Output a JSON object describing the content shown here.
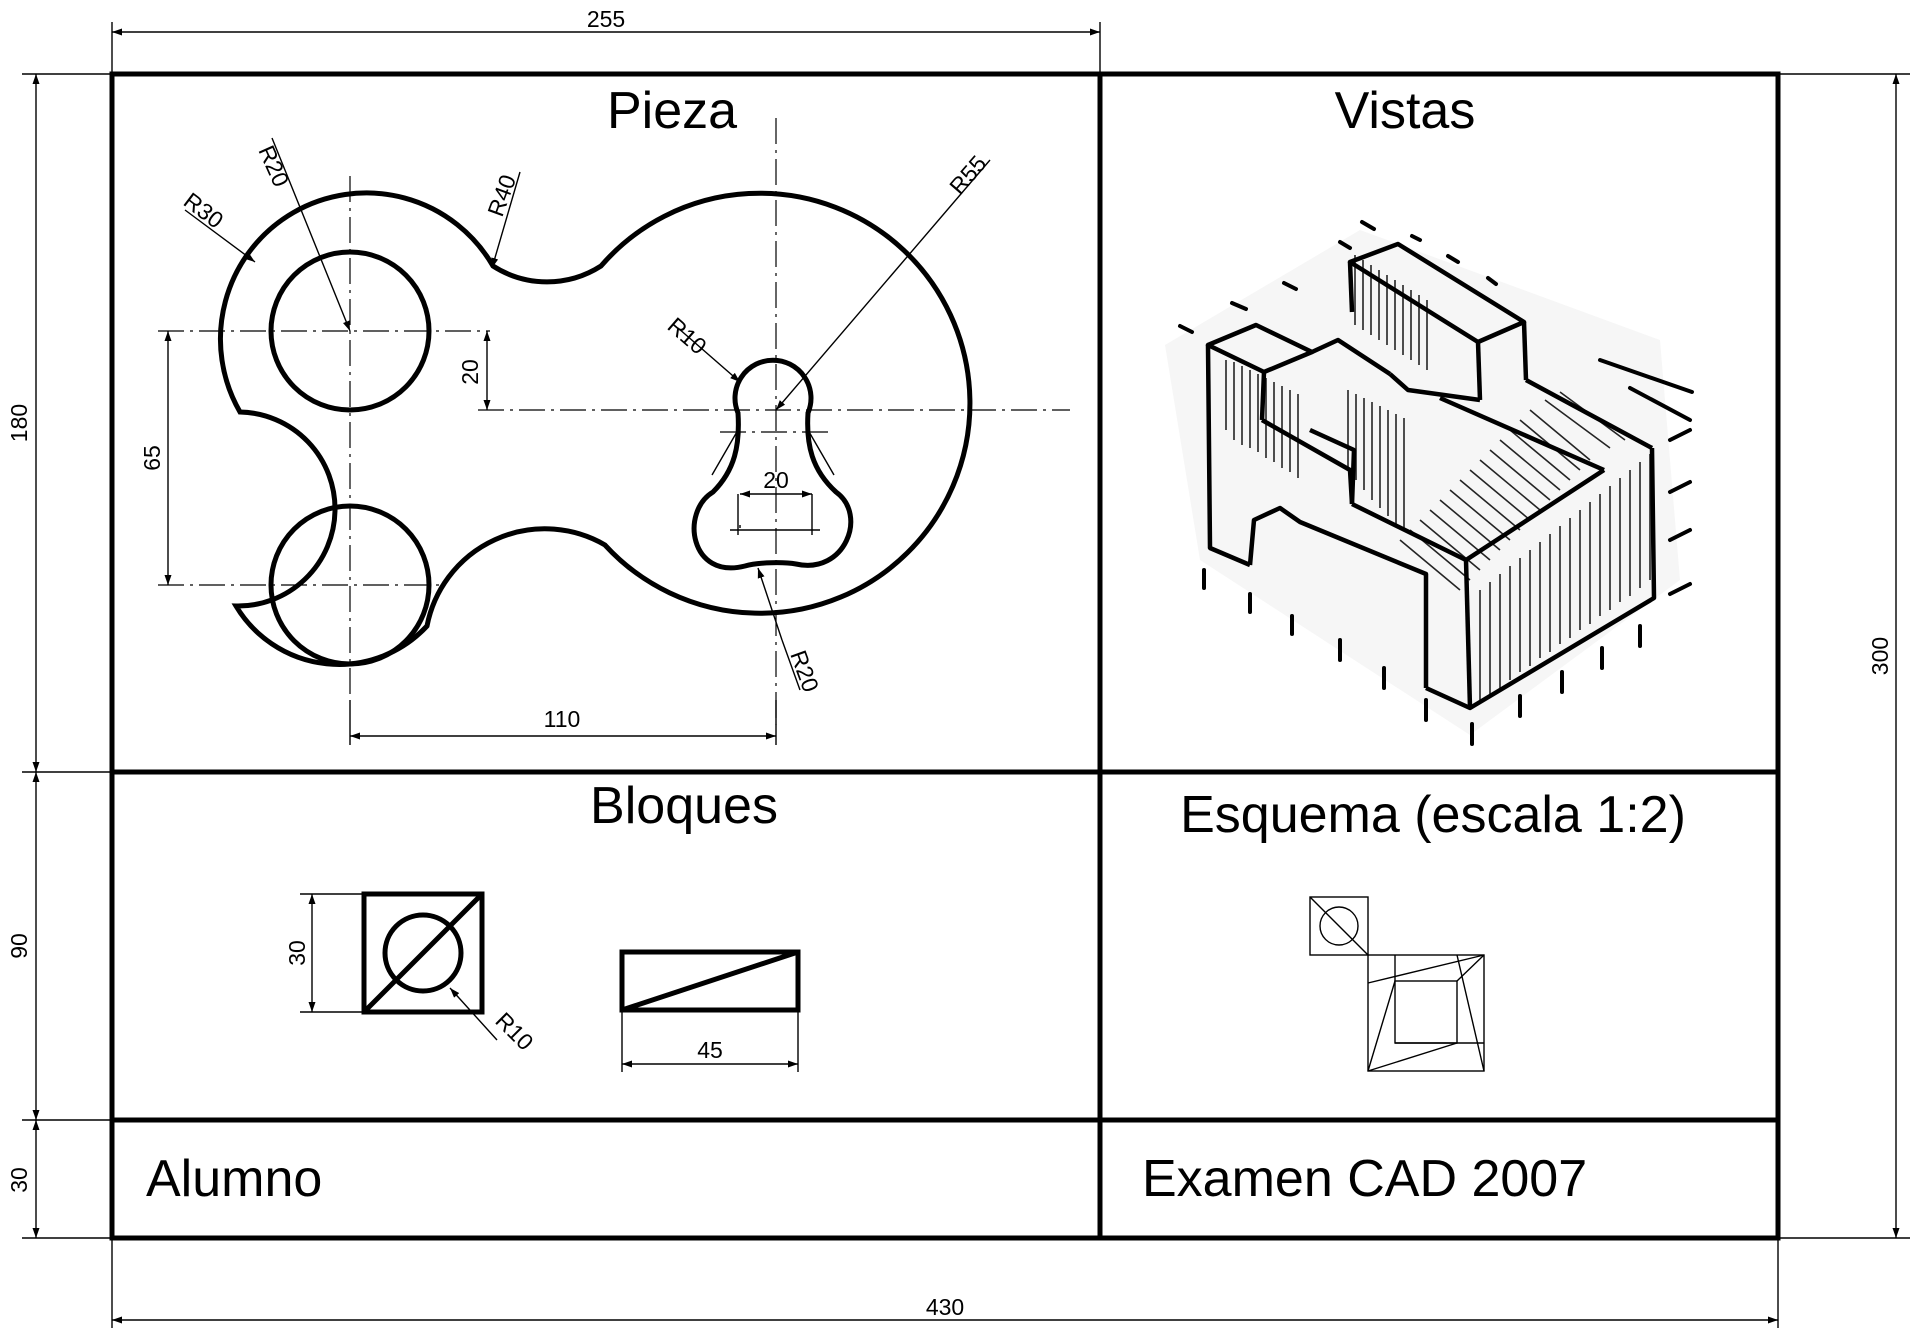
{
  "sheet": {
    "dims": {
      "top_width": "255",
      "bottom_width": "430",
      "left_upper": "180",
      "left_middle": "90",
      "left_lower": "30",
      "right_height": "300"
    },
    "sections": {
      "pieza": "Pieza",
      "vistas": "Vistas",
      "bloques": "Bloques",
      "esquema": "Esquema (escala 1:2)",
      "alumno": "Alumno",
      "examen": "Examen CAD 2007"
    }
  },
  "pieza": {
    "r20_top": "R20",
    "r30": "R30",
    "r40": "R40",
    "r55": "R55",
    "r10": "R10",
    "r20_bottom": "R20",
    "d20_vertical": "20",
    "d65": "65",
    "d20_slot": "20",
    "d110": "110"
  },
  "bloques": {
    "d30": "30",
    "r10": "R10",
    "d45": "45"
  }
}
